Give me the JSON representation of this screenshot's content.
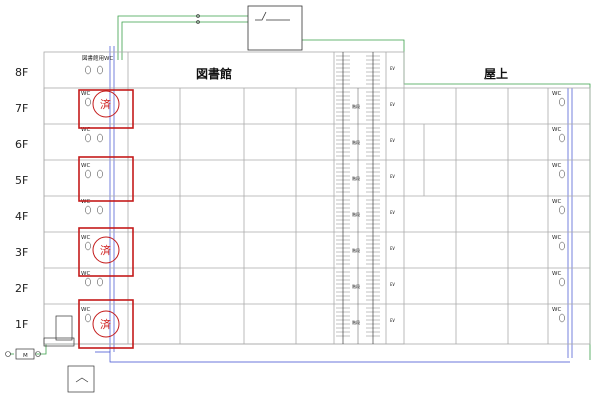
{
  "floors": [
    "8F",
    "7F",
    "6F",
    "5F",
    "4F",
    "3F",
    "2F",
    "1F"
  ],
  "headers": {
    "library": "図書館",
    "rooftop": "屋上"
  },
  "library_wc_label": "図書館用WC",
  "wc_label": "WC",
  "ev_label": "EV",
  "stair_label": "階段",
  "meter_label": "M",
  "done_stamp": "済",
  "done_floors": [
    "7F",
    "3F",
    "1F"
  ],
  "highlighted_floors": [
    "7F",
    "5F",
    "3F",
    "1F"
  ],
  "colors": {
    "line": "#333333",
    "frame": "#aaaaaa",
    "green_pipe": "#3aa04a",
    "blue_pipe": "#3b4bd0",
    "highlight": "#c41a1a"
  }
}
